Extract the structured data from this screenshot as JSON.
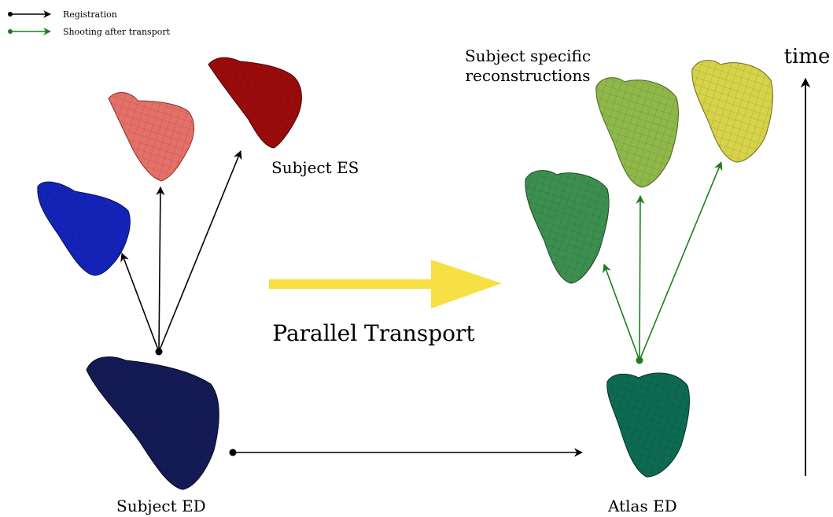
{
  "legend": {
    "items": [
      {
        "label": "Registration",
        "color": "#000000"
      },
      {
        "label": "Shooting after transport",
        "color": "#1a7f1a"
      }
    ]
  },
  "labels": {
    "subject_es": "Subject ES",
    "subject_ed": "Subject ED",
    "atlas_ed": "Atlas ED",
    "reconstructions_line1": "Subject specific",
    "reconstructions_line2": "reconstructions",
    "parallel_transport": "Parallel Transport",
    "time": "time"
  },
  "colors": {
    "subject_ed": "#141a55",
    "subject_es_blue": "#1424b8",
    "subject_es_salmon": "#e57068",
    "subject_es_red": "#9a0c0c",
    "atlas_ed": "#0f6a52",
    "recon_green": "#3d8f50",
    "recon_lime": "#8fb84a",
    "recon_yellow": "#d6d24a",
    "transport_arrow": "#f7e043",
    "registration_arrow": "#000000",
    "shooting_arrow": "#1a7f1a"
  }
}
